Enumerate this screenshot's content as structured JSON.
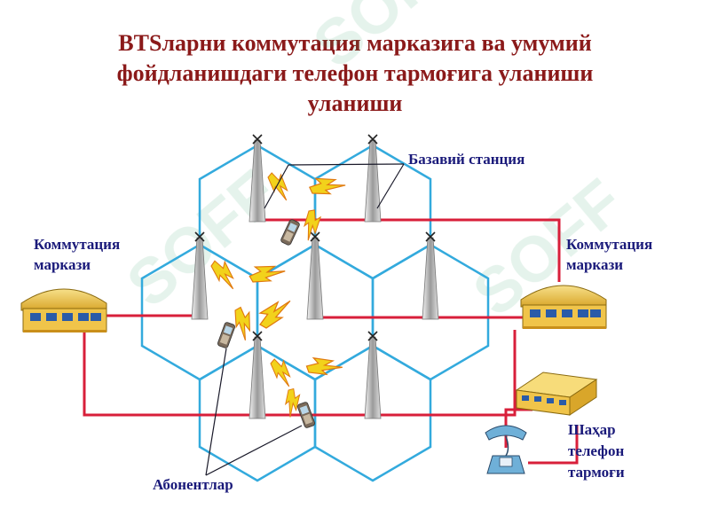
{
  "title": {
    "line1": "BTSларни коммутация марказига ва умумий",
    "line2": "фойдланишдаги телефон тармоғига уланиши",
    "line3": "уланиши"
  },
  "labels": {
    "base_station": "Базавий станция",
    "switch_left_1": "Коммутация",
    "switch_left_2": "маркази",
    "switch_right_1": "Коммутация",
    "switch_right_2": "маркази",
    "city_1": "Шаҳар",
    "city_2": "телефон",
    "city_3": "тармоғи",
    "subscribers": "Абонентлар"
  },
  "watermark": "SOFF",
  "colors": {
    "title": "#8b1a1a",
    "label": "#1a1a7a",
    "cell_border": "#33aadd",
    "link_line": "#d81f3a",
    "lightning": "#f2d21b"
  }
}
